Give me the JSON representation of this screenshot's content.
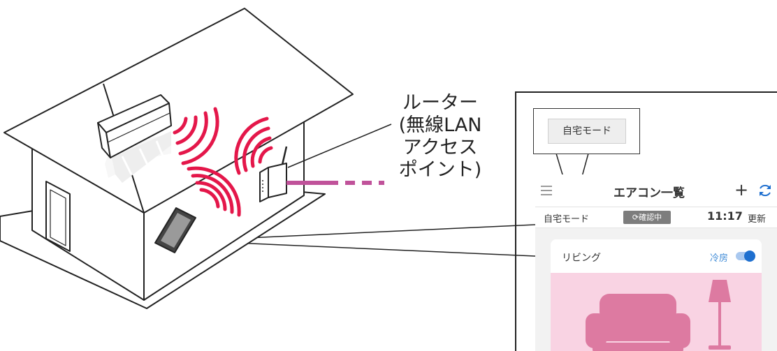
{
  "router_label": {
    "line1": "ルーター",
    "line2": "(無線LAN",
    "line3": "アクセス",
    "line4": "ポイント)"
  },
  "callout": {
    "mode_label": "自宅モード"
  },
  "app": {
    "title": "エアコン一覧",
    "add_icon": "plus-icon",
    "refresh_icon": "refresh-icon",
    "status": {
      "mode": "自宅モード",
      "badge": "確認中",
      "time": "11:17",
      "time_suffix": "更新"
    },
    "room": {
      "name": "リビング",
      "mode": "冷房",
      "power_on": true
    }
  },
  "colors": {
    "wave": "#e4174a",
    "link": "#c0529a",
    "accent_blue": "#1e6fcf",
    "room_pink": "#f9d3e3",
    "sofa_pink": "#dd7aa1"
  }
}
